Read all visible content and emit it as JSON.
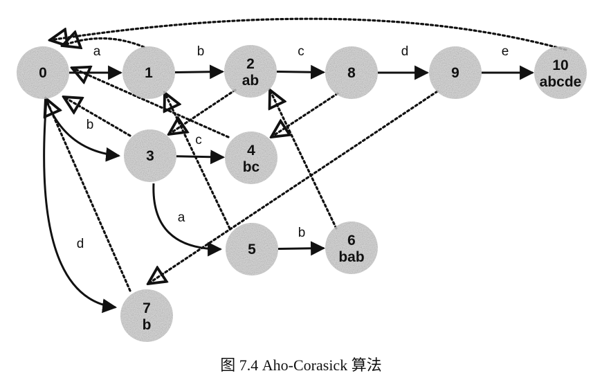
{
  "caption": "图 7.4    Aho-Corasick 算法",
  "states": [
    {
      "id": "0",
      "output": ""
    },
    {
      "id": "1",
      "output": ""
    },
    {
      "id": "2",
      "output": "ab"
    },
    {
      "id": "8",
      "output": ""
    },
    {
      "id": "9",
      "output": ""
    },
    {
      "id": "10",
      "output": "abcde"
    },
    {
      "id": "3",
      "output": ""
    },
    {
      "id": "4",
      "output": "bc"
    },
    {
      "id": "5",
      "output": ""
    },
    {
      "id": "6",
      "output": "bab"
    },
    {
      "id": "7",
      "output": "b"
    }
  ],
  "goto_edges": [
    {
      "from": "0",
      "to": "1",
      "label": "a"
    },
    {
      "from": "1",
      "to": "2",
      "label": "b"
    },
    {
      "from": "2",
      "to": "8",
      "label": "c"
    },
    {
      "from": "8",
      "to": "9",
      "label": "d"
    },
    {
      "from": "9",
      "to": "10",
      "label": "e"
    },
    {
      "from": "0",
      "to": "3",
      "label": "b"
    },
    {
      "from": "3",
      "to": "4",
      "label": "c"
    },
    {
      "from": "3",
      "to": "5",
      "label": "a"
    },
    {
      "from": "5",
      "to": "6",
      "label": "b"
    },
    {
      "from": "0",
      "to": "7",
      "label": "d"
    }
  ],
  "failure_edges": [
    {
      "from": "1",
      "to": "0"
    },
    {
      "from": "10",
      "to": "0"
    },
    {
      "from": "3",
      "to": "0"
    },
    {
      "from": "4",
      "to": "0"
    },
    {
      "from": "7",
      "to": "0"
    },
    {
      "from": "2",
      "to": "3"
    },
    {
      "from": "8",
      "to": "4"
    },
    {
      "from": "5",
      "to": "1"
    },
    {
      "from": "6",
      "to": "2"
    },
    {
      "from": "9",
      "to": "7"
    }
  ],
  "colors": {
    "node": "#d9d9d9",
    "edge": "#111111",
    "text": "#111111"
  }
}
